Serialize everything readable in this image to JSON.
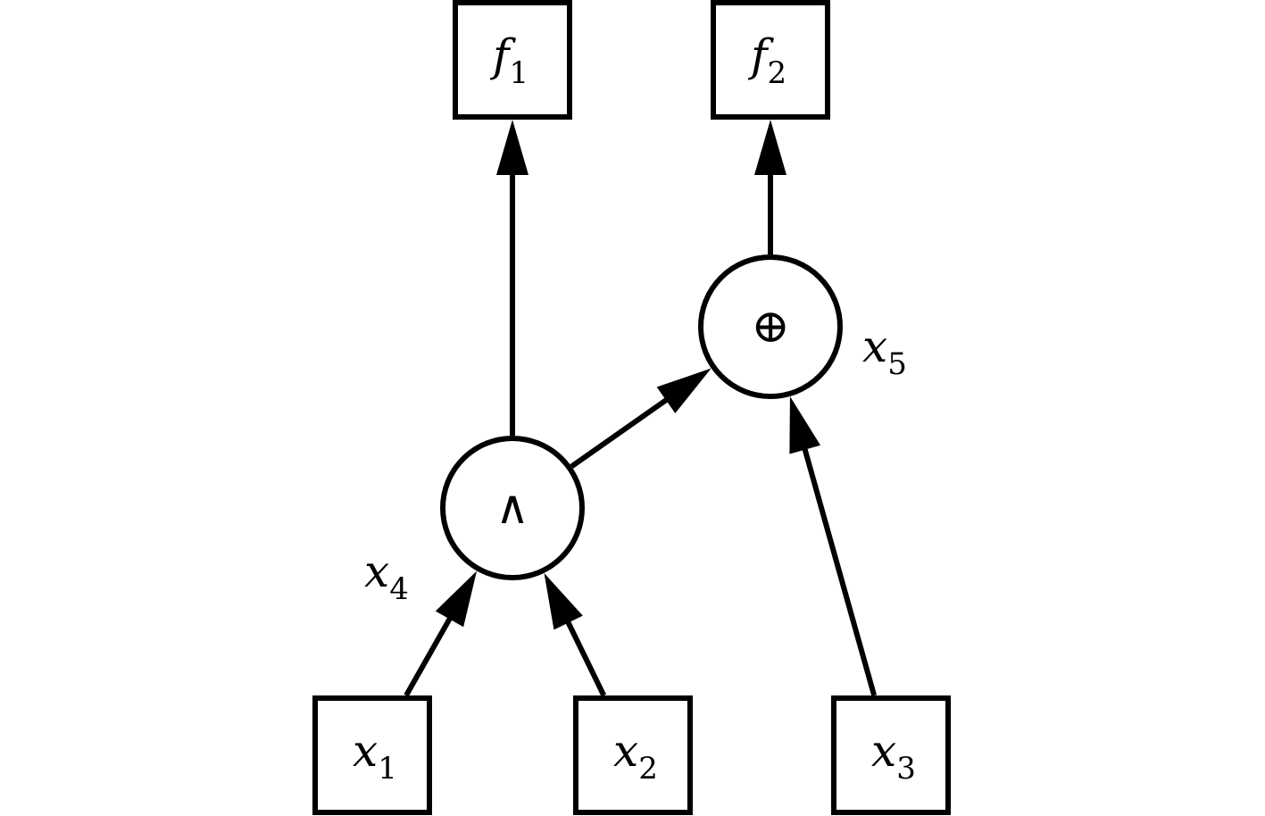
{
  "diagram": {
    "title": "",
    "colors": {
      "stroke": "#000000",
      "fill": "#ffffff"
    },
    "nodes": [
      {
        "id": "x1",
        "shape": "box",
        "var": "x",
        "sub": "1",
        "role": "input"
      },
      {
        "id": "x2",
        "shape": "box",
        "var": "x",
        "sub": "2",
        "role": "input"
      },
      {
        "id": "x3",
        "shape": "box",
        "var": "x",
        "sub": "3",
        "role": "input"
      },
      {
        "id": "x4",
        "shape": "circle",
        "op": "∧",
        "op_name": "AND",
        "var": "x",
        "sub": "4",
        "role": "gate"
      },
      {
        "id": "x5",
        "shape": "circle",
        "op": "⊕",
        "op_name": "XOR",
        "var": "x",
        "sub": "5",
        "role": "gate"
      },
      {
        "id": "f1",
        "shape": "box",
        "var": "f",
        "sub": "1",
        "role": "output"
      },
      {
        "id": "f2",
        "shape": "box",
        "var": "f",
        "sub": "2",
        "role": "output"
      }
    ],
    "edges": [
      {
        "from": "x1",
        "to": "x4"
      },
      {
        "from": "x2",
        "to": "x4"
      },
      {
        "from": "x4",
        "to": "f1"
      },
      {
        "from": "x4",
        "to": "x5"
      },
      {
        "from": "x3",
        "to": "x5"
      },
      {
        "from": "x5",
        "to": "f2"
      }
    ]
  }
}
